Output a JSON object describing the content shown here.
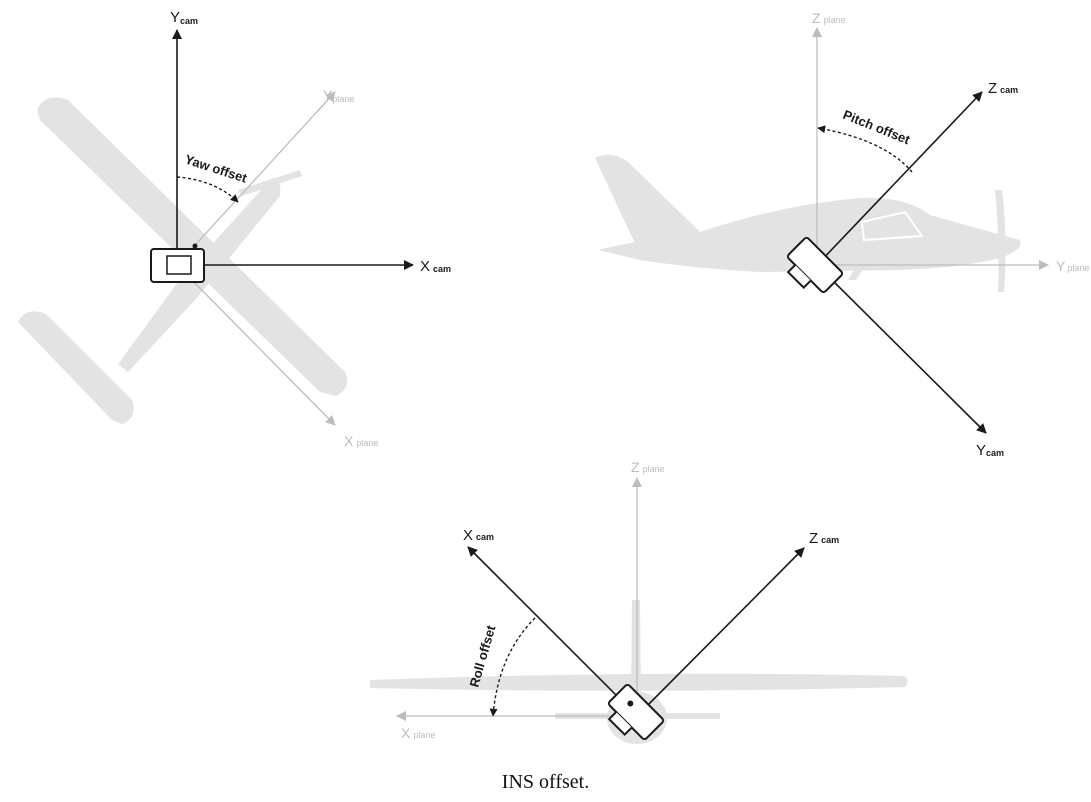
{
  "caption": "INS offset.",
  "yaw_panel": {
    "y_cam": {
      "main": "Y",
      "sub": "cam"
    },
    "x_cam": {
      "main": "X",
      "sub": "cam"
    },
    "y_plane": {
      "main": "Y",
      "sub": "plane"
    },
    "x_plane": {
      "main": "X",
      "sub": "plane"
    },
    "offset_label": "Yaw offset"
  },
  "pitch_panel": {
    "z_plane": {
      "main": "Z",
      "sub": "plane"
    },
    "z_cam": {
      "main": "Z",
      "sub": "cam"
    },
    "y_plane": {
      "main": "Y",
      "sub": "plane"
    },
    "y_cam": {
      "main": "Y",
      "sub": "cam"
    },
    "offset_label": "Pitch offset"
  },
  "roll_panel": {
    "z_plane": {
      "main": "Z",
      "sub": "plane"
    },
    "x_cam": {
      "main": "X",
      "sub": "cam"
    },
    "z_cam": {
      "main": "Z",
      "sub": "cam"
    },
    "x_plane": {
      "main": "X",
      "sub": "plane"
    },
    "offset_label": "Roll offset"
  },
  "colors": {
    "dark": "#1a1a1a",
    "light": "#bdbdbd",
    "silhouette": "#e3e3e3"
  }
}
